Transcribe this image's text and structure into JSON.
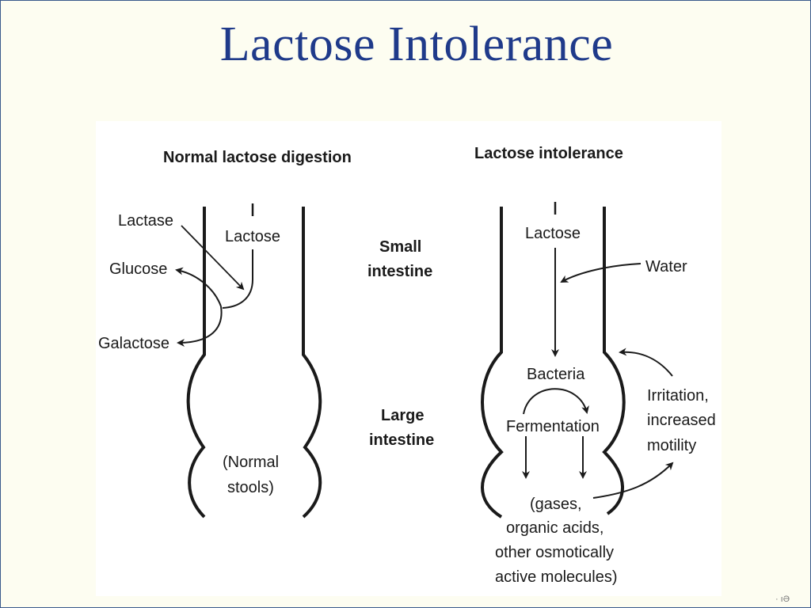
{
  "slide": {
    "title": "Lactose Intolerance",
    "footer_mark": "· ıƏ"
  },
  "left_panel": {
    "heading": "Normal lactose digestion",
    "labels": {
      "lactase": "Lactase",
      "lactose": "Lactose",
      "glucose": "Glucose",
      "galactose": "Galactose",
      "normal_stools_1": "(Normal",
      "normal_stools_2": "stools)"
    }
  },
  "middle_labels": {
    "small_1": "Small",
    "small_2": "intestine",
    "large_1": "Large",
    "large_2": "intestine"
  },
  "right_panel": {
    "heading": "Lactose intolerance",
    "labels": {
      "lactose": "Lactose",
      "water": "Water",
      "bacteria": "Bacteria",
      "fermentation": "Fermentation",
      "irritation_1": "Irritation,",
      "irritation_2": "increased",
      "irritation_3": "motility",
      "products_1": "(gases,",
      "products_2": "organic acids,",
      "products_3": "other osmotically",
      "products_4": "active molecules)"
    }
  }
}
